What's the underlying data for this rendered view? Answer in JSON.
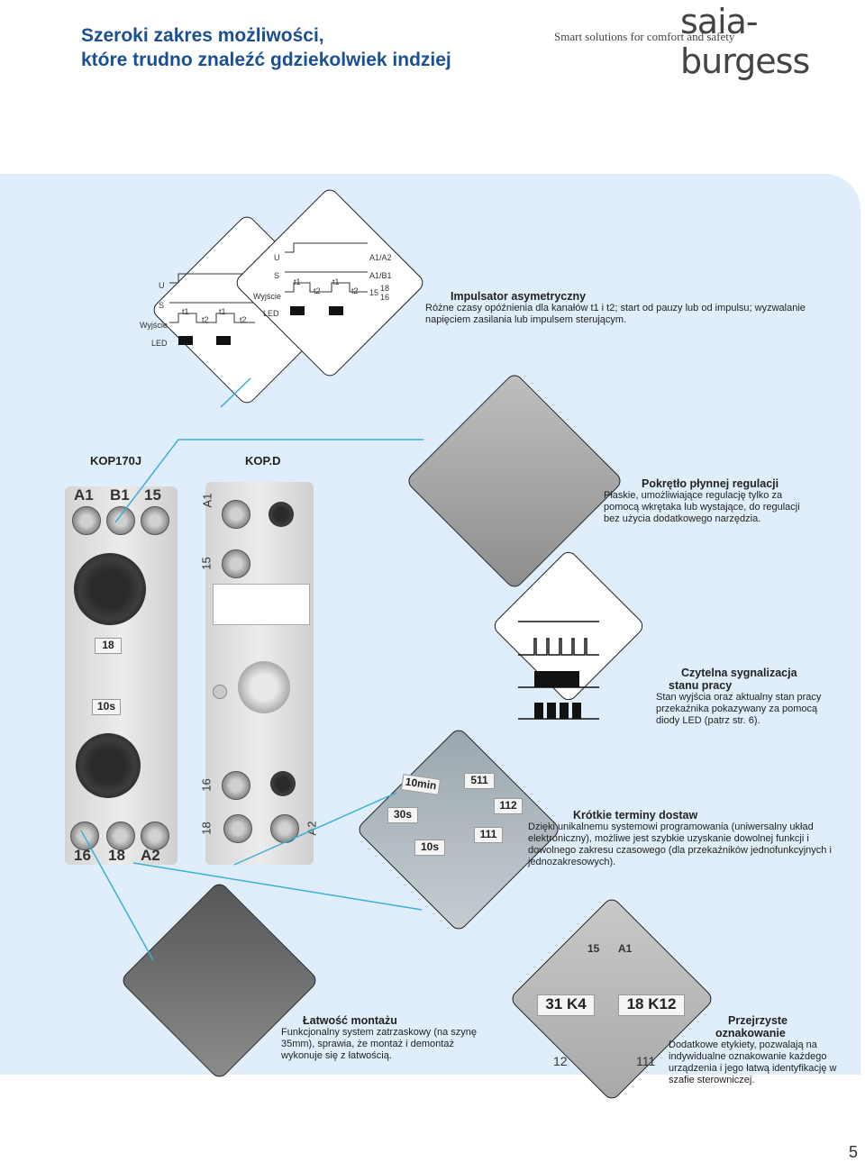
{
  "header": {
    "title_line1": "Szeroki zakres możliwości,",
    "title_line2": "które trudno znaleźć gdziekolwiek indziej",
    "brand": "saia-burgess",
    "tagline": "Smart solutions for comfort and safety"
  },
  "diagram_left": {
    "labels": [
      "U",
      "S",
      "Wyjście",
      "LED"
    ],
    "times": [
      "t1",
      "t2",
      "t1",
      "t2"
    ]
  },
  "diagram_right": {
    "labels": [
      "U",
      "S",
      "Wyjście",
      "LED"
    ],
    "times": [
      "t1",
      "t2",
      "t1",
      "t2"
    ],
    "terminals": [
      "A1/A2",
      "A1/B1",
      "15",
      "18",
      "16"
    ]
  },
  "feature1": {
    "title": "Impulsator asymetryczny",
    "text": "Różne czasy opóźnienia dla kanałów t1 i t2; start od pauzy lub od impulsu; wyzwalanie napięciem zasilania lub impulsem sterującym."
  },
  "products": {
    "kop170j": "KOP170J",
    "kopd": "KOP.D"
  },
  "relay_left": {
    "terminals_top": [
      "A1",
      "B1",
      "15"
    ],
    "terminals_bottom": [
      "16",
      "18",
      "A2"
    ],
    "tags": [
      "18",
      "10s"
    ]
  },
  "relay_right": {
    "terminals_side": [
      "A1",
      "15",
      "16",
      "18",
      "A2"
    ]
  },
  "feature2": {
    "title": "Pokrętło płynnej regulacji",
    "text": "Płaskie, umożliwiające regulację tylko za pomocą wkrętaka lub wystające, do regulacji bez użycia dodatkowego narzędzia."
  },
  "feature3": {
    "title_line1": "Czytelna sygnalizacja",
    "title_line2": "stanu pracy",
    "text": "Stan wyjścia oraz aktualny stan pracy przekaźnika pokazywany za pomocą diody LED (patrz str. 6)."
  },
  "tags_photo": {
    "labels": [
      "10min",
      "511",
      "30s",
      "112",
      "10s",
      "111"
    ]
  },
  "feature4": {
    "title": "Krótkie terminy dostaw",
    "text": "Dzięki unikalnemu systemowi programowania (uniwersalny układ elektroniczny), możliwe jest szybkie uzyskanie dowolnej funkcji i dowolnego zakresu czasowego (dla przekaźników jednofunkcyjnych i jednozakresowych)."
  },
  "feature5": {
    "title": "Łatwość montażu",
    "text": "Funkcjonalny system zatrzaskowy (na szynę 35mm), sprawia, że montaż i demontaż wykonuje się z łatwością."
  },
  "labels_photo": {
    "tags": [
      "31 K4",
      "18 K12",
      "15",
      "A1",
      "12",
      "111"
    ]
  },
  "feature6": {
    "title_line1": "Przejrzyste",
    "title_line2": "oznakowanie",
    "text": "Dodatkowe etykiety, pozwalają na indywidualne oznakowanie każdego urządzenia i jego łatwą identyfikację w szafie sterowniczej."
  },
  "page_number": "5",
  "colors": {
    "title_blue": "#1a4f93",
    "panel_bg": "#dfeefa",
    "accent_cyan": "#3ab0d9"
  }
}
